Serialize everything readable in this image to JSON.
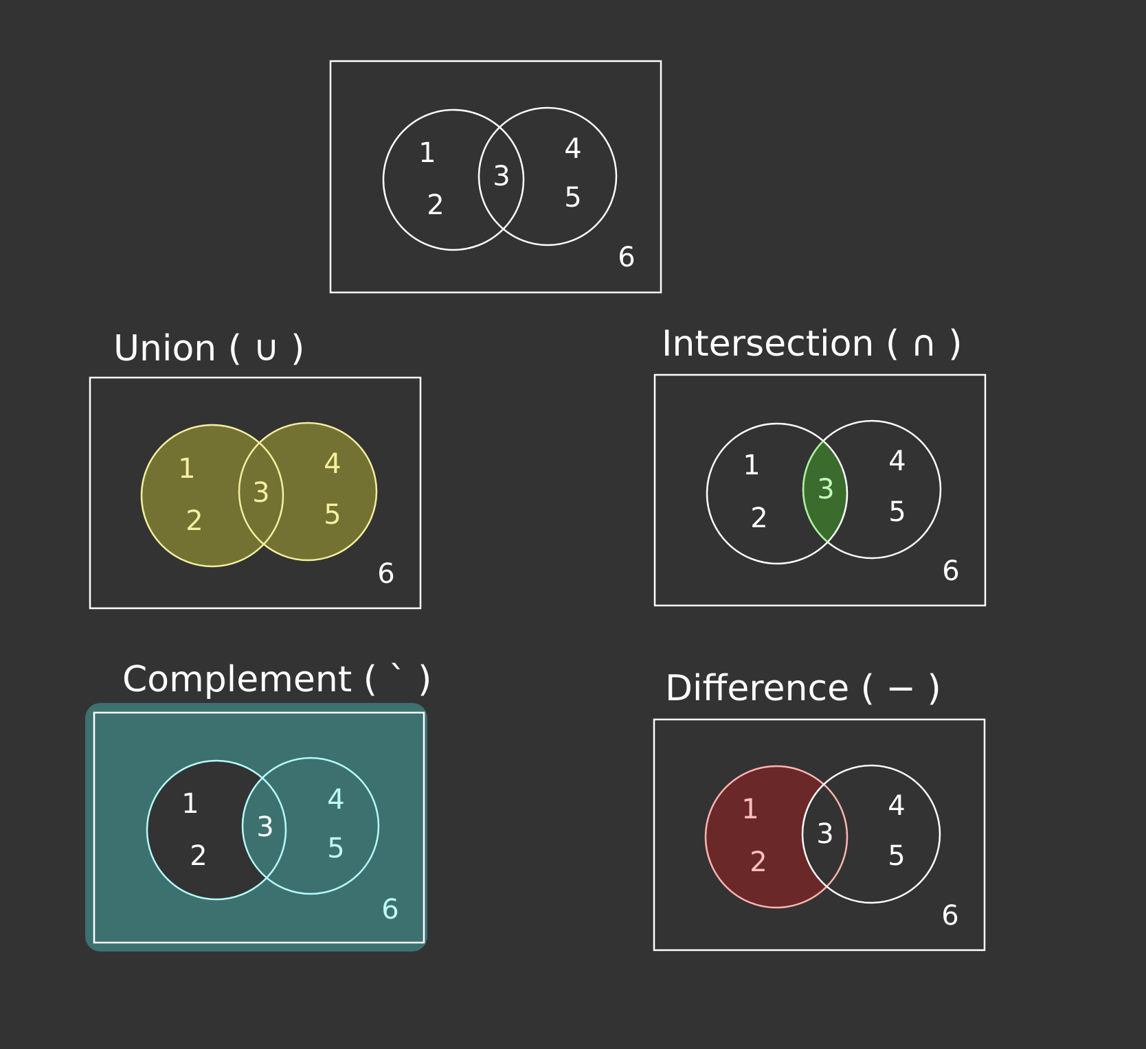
{
  "colors": {
    "background": "#333333",
    "line": "#ffffff",
    "union_fill": "#747232",
    "union_stroke": "#f4f0a0",
    "union_text": "#f4f0a0",
    "intersection_fill": "#3b6b2d",
    "intersection_stroke": "#a6f29a",
    "intersection_text": "#c8ffc0",
    "complement_fill": "#3d7170",
    "complement_stroke": "#b6fbfb",
    "complement_text": "#bff8f8",
    "difference_fill": "#6a2828",
    "difference_stroke": "#ffb3b3",
    "difference_text": "#ffc0c0"
  },
  "diagrams": {
    "base": {
      "title": "",
      "a_only": [
        "1",
        "2"
      ],
      "both": "3",
      "b_only": [
        "4",
        "5"
      ],
      "universe": "6"
    },
    "union": {
      "title": "Union ( ∪ )",
      "a_only": [
        "1",
        "2"
      ],
      "both": "3",
      "b_only": [
        "4",
        "5"
      ],
      "universe": "6"
    },
    "intersection": {
      "title": "Intersection ( ∩ )",
      "a_only": [
        "1",
        "2"
      ],
      "both": "3",
      "b_only": [
        "4",
        "5"
      ],
      "universe": "6"
    },
    "complement": {
      "title": "Complement ( ` )",
      "a_only": [
        "1",
        "2"
      ],
      "both": "3",
      "b_only": [
        "4",
        "5"
      ],
      "universe": "6"
    },
    "difference": {
      "title": "Difference ( − )",
      "a_only": [
        "1",
        "2"
      ],
      "both": "3",
      "b_only": [
        "4",
        "5"
      ],
      "universe": "6"
    }
  }
}
